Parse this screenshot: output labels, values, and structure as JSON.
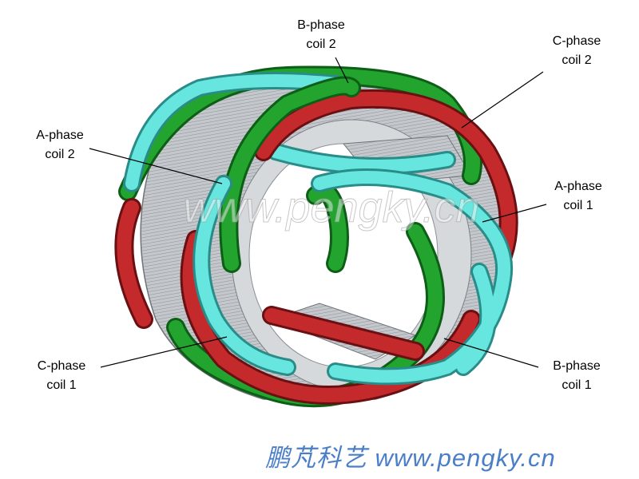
{
  "labels": {
    "a_phase_coil_2": "A-phase\ncoil 2",
    "b_phase_coil_2": "B-phase\ncoil 2",
    "c_phase_coil_2": "C-phase\ncoil 2",
    "a_phase_coil_1": "A-phase\ncoil 1",
    "b_phase_coil_1": "B-phase\ncoil 1",
    "c_phase_coil_1": "C-phase\ncoil 1"
  },
  "labels_lines": {
    "a2": [
      "A-phase",
      "coil 2"
    ],
    "b2": [
      "B-phase",
      "coil 2"
    ],
    "c2": [
      "C-phase",
      "coil 2"
    ],
    "a1": [
      "A-phase",
      "coil 1"
    ],
    "b1": [
      "B-phase",
      "coil 1"
    ],
    "c1": [
      "C-phase",
      "coil 1"
    ]
  },
  "watermark": "www.pengky.cn",
  "footer": "鹏芃科艺 www.pengky.cn",
  "colors": {
    "a_phase": "#5fe0d8",
    "b_phase": "#1f9a2a",
    "c_phase": "#c0292b",
    "stator": "#b8bcc0",
    "footer": "#4a7fc8"
  }
}
